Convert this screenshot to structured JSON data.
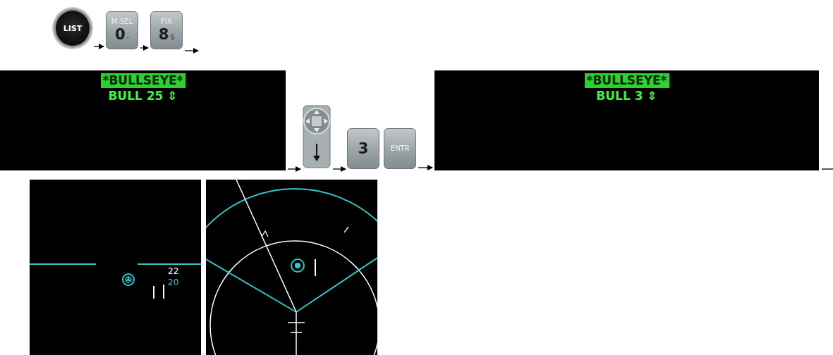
{
  "diagram": {
    "nodes": [
      {
        "text": [
          "LIST"
        ]
      },
      {
        "text": [
          "M-SEL",
          "0",
          "-"
        ]
      },
      {
        "text": [
          "FIX",
          "8",
          "S"
        ]
      },
      {
        "text": [
          "*BULLSEYE*",
          "BULL 25 ⇕"
        ]
      },
      {
        "text": [
          "3"
        ]
      },
      {
        "text": [
          "ENTR"
        ]
      },
      {
        "text": [
          "*BULLSEYE*",
          "BULL 3 ⇕"
        ]
      }
    ],
    "edges": [
      {
        "from": 0,
        "to": 1,
        "arrow": "to"
      },
      {
        "from": 1,
        "to": 2,
        "arrow": "to"
      },
      {
        "from": 5,
        "to": 6,
        "arrow": "to"
      }
    ],
    "labels": [
      "22",
      "20"
    ]
  }
}
